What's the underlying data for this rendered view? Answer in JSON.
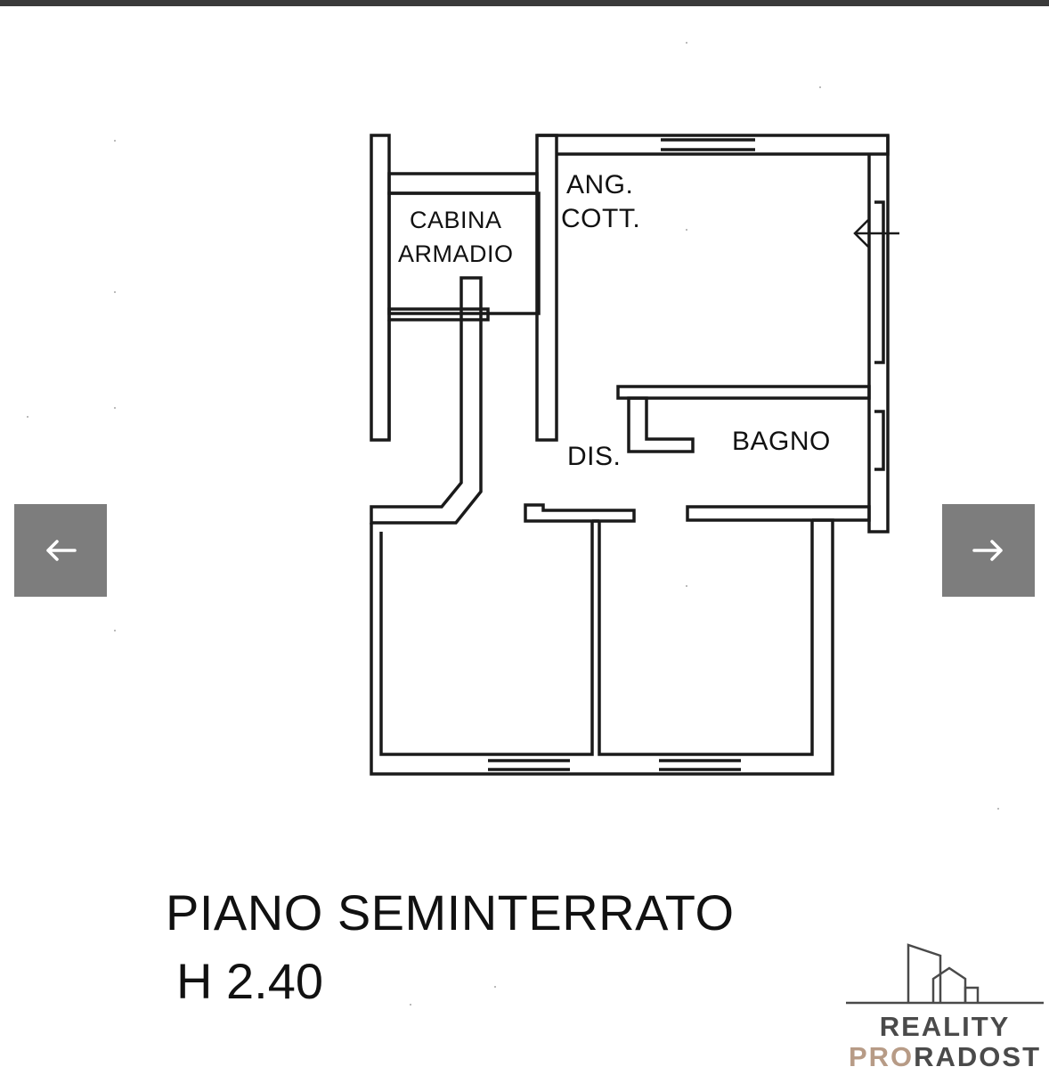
{
  "viewer": {
    "prev_icon": "arrow-left-icon",
    "next_icon": "arrow-right-icon"
  },
  "floorplan": {
    "rooms": {
      "cabina_line1": "CABINA",
      "cabina_line2": "ARMADIO",
      "ang_line1": "ANG.",
      "ang_line2": "COTT.",
      "dis": "DIS.",
      "bagno": "BAGNO"
    },
    "title": "PIANO SEMINTERRATO",
    "height": "H 2.40"
  },
  "watermark": {
    "line1": "REALITY",
    "line2_part1": "PRO",
    "line2_part2": "RADOST",
    "colors": {
      "dark": "#4a4a4a",
      "accent": "#b79b86"
    }
  }
}
